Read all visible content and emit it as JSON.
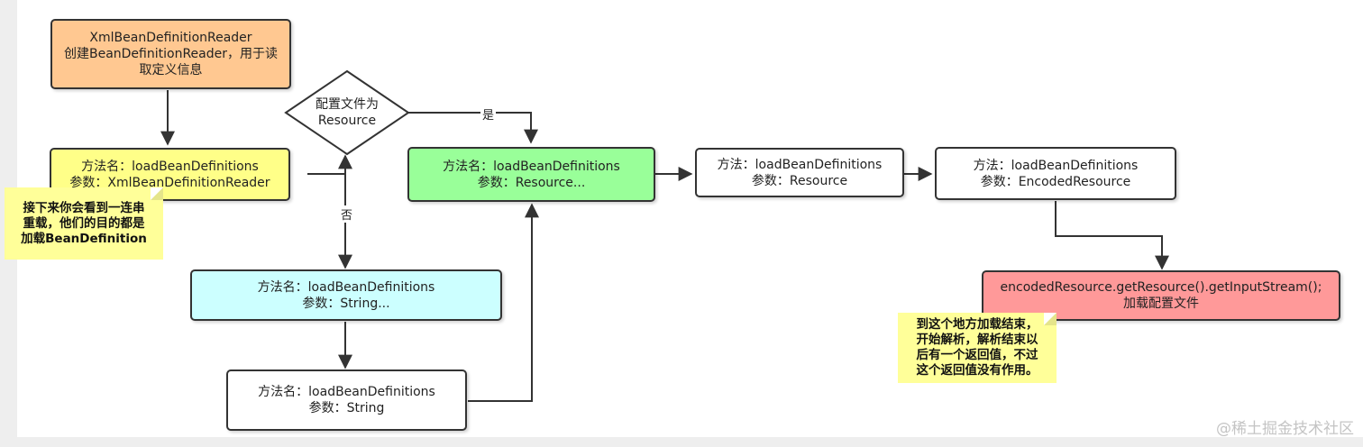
{
  "nodes": {
    "reader": {
      "lines": [
        "XmlBeanDefinitionReader",
        "创建BeanDefinitionReader，用于读",
        "取定义信息"
      ],
      "color": "#ffc891"
    },
    "load_reader": {
      "lines": [
        "方法名：loadBeanDefinitions",
        "参数：XmlBeanDefinitionReader"
      ],
      "color": "#ffff88"
    },
    "decision": {
      "lines": [
        "配置文件为",
        "Resource"
      ]
    },
    "load_resource_varargs": {
      "lines": [
        "方法名：loadBeanDefinitions",
        "参数：Resource..."
      ],
      "color": "#99ff99"
    },
    "load_resource": {
      "lines": [
        "方法：loadBeanDefinitions",
        "参数：Resource"
      ],
      "color": "#ffffff"
    },
    "load_encoded": {
      "lines": [
        "方法：loadBeanDefinitions",
        "参数：EncodedResource"
      ],
      "color": "#ffffff"
    },
    "load_string_varargs": {
      "lines": [
        "方法名：loadBeanDefinitions",
        "参数：String..."
      ],
      "color": "#ccffff"
    },
    "load_string": {
      "lines": [
        "方法名：loadBeanDefinitions",
        "参数：String"
      ],
      "color": "#ffffff"
    },
    "input_stream": {
      "lines": [
        "encodedResource.getResource().getInputStream();",
        "加载配置文件"
      ],
      "color": "#ff9999"
    }
  },
  "notes": {
    "overload_note": [
      "接下来你会看到一连串",
      "重载，他们的目的都是",
      "加载BeanDefinition"
    ],
    "end_note": [
      "到这个地方加载结束，",
      "开始解析，解析结束以",
      "后有一个返回值，不过",
      "这个返回值没有作用。"
    ]
  },
  "edge_labels": {
    "yes": "是",
    "no": "否"
  },
  "watermark": "@稀土掘金技术社区"
}
